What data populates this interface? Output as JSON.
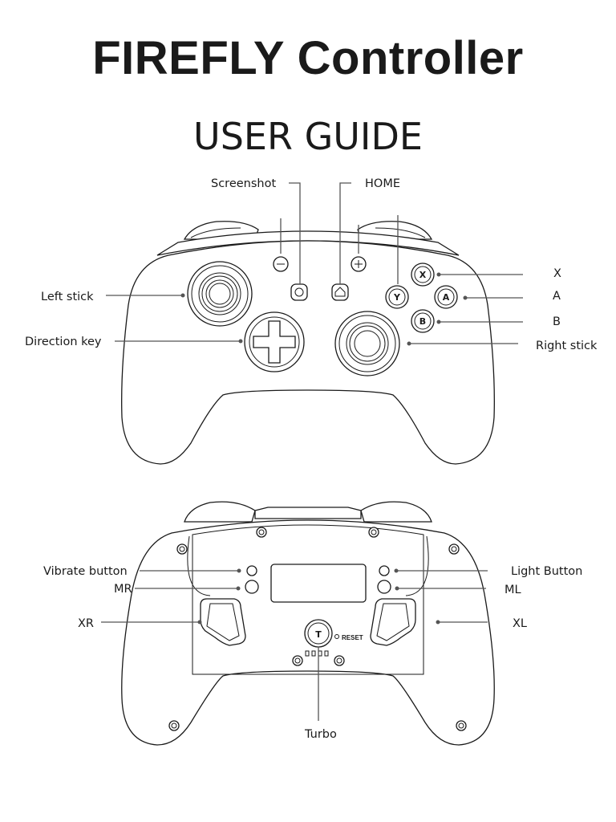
{
  "header": {
    "title": "FIREFLY Controller",
    "subtitle": "USER GUIDE"
  },
  "front": {
    "labels": {
      "screenshot": "Screenshot",
      "home": "HOME",
      "left_stick": "Left stick",
      "direction_key": "Direction key",
      "x": "X",
      "a": "A",
      "b": "B",
      "right_stick": "Right stick"
    },
    "button_glyphs": {
      "x": "X",
      "a": "A",
      "b": "B",
      "y": "Y"
    }
  },
  "back": {
    "labels": {
      "vibrate_button": "Vibrate button",
      "mr": "MR",
      "xr": "XR",
      "light_button": "Light Button",
      "ml": "ML",
      "xl": "XL",
      "turbo": "Turbo",
      "reset": "RESET"
    },
    "turbo_glyph": "T"
  }
}
